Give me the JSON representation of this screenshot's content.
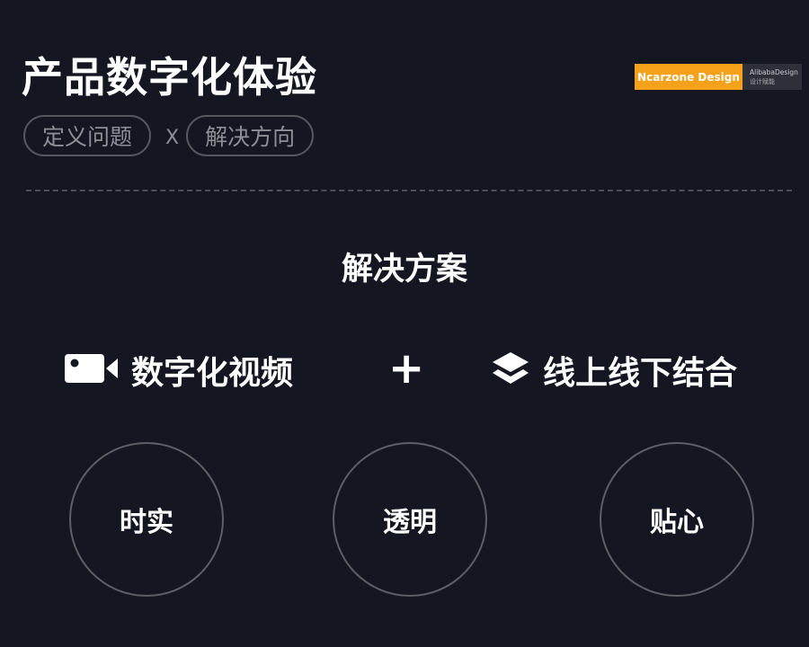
{
  "header": {
    "title": "产品数字化体验",
    "pills": [
      "定义问题",
      "解决方向"
    ],
    "separator": "X"
  },
  "logo": {
    "brand": "Ncarzone Design",
    "sub1": "AlibabaDesign",
    "sub2": "设计赋能",
    "brand_color": "#f6a11a"
  },
  "main": {
    "section_title": "解决方案",
    "features": [
      {
        "icon": "video-camera-icon",
        "label": "数字化视频"
      },
      {
        "icon": "layers-icon",
        "label": "线上线下结合"
      }
    ],
    "plus": "+",
    "values": [
      "时实",
      "透明",
      "贴心"
    ]
  },
  "colors": {
    "background": "#141722",
    "pill_border": "#55575f",
    "pill_text": "#8d8f97",
    "divider": "#4c4f59",
    "circle_border": "#5d5f67"
  }
}
